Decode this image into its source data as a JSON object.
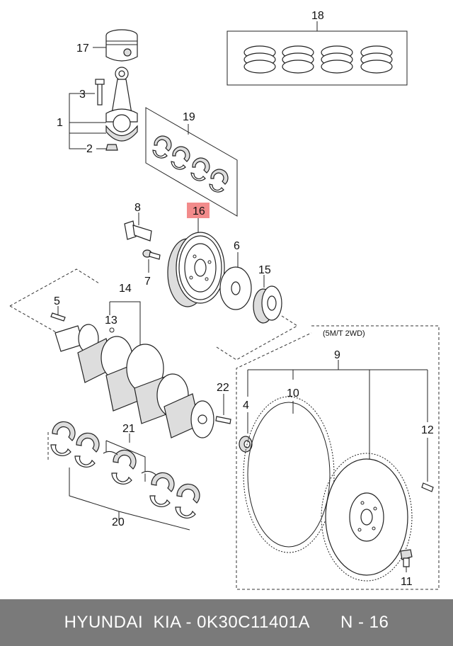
{
  "callouts": {
    "n1": "1",
    "n2": "2",
    "n3": "3",
    "n4": "4",
    "n5": "5",
    "n6": "6",
    "n7": "7",
    "n8": "8",
    "n9": "9",
    "n10": "10",
    "n11": "11",
    "n12": "12",
    "n13": "13",
    "n14": "14",
    "n15": "15",
    "n16": "16",
    "n17": "17",
    "n18": "18",
    "n19": "19",
    "n20": "20",
    "n21": "21",
    "n22": "22"
  },
  "highlighted_callout": "16",
  "highlight_color": "#f28b8b",
  "variant_label": "(5M/T 2WD)",
  "footer": {
    "brand": "HYUNDAI  KIA - 0K30C11401A",
    "page": "N - 16"
  }
}
